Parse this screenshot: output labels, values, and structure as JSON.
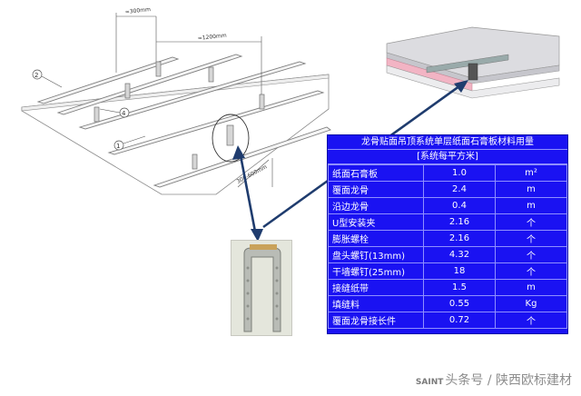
{
  "diagram": {
    "dimensions": {
      "top_spacing": "≈300mm",
      "main_spacing": "≈1200mm",
      "side_spacing": "300-600mm"
    },
    "callouts": [
      "2",
      "4",
      "1"
    ]
  },
  "materials_table": {
    "title": "龙骨贴面吊顶系统单层纸面石膏板材料用量",
    "subtitle": "[系统每平方米]",
    "rows": [
      {
        "name": "纸面石膏板",
        "qty": "1.0",
        "unit": "m²"
      },
      {
        "name": "覆面龙骨",
        "qty": "2.4",
        "unit": "m"
      },
      {
        "name": "沿边龙骨",
        "qty": "0.4",
        "unit": "m"
      },
      {
        "name": "U型安装夹",
        "qty": "2.16",
        "unit": "个"
      },
      {
        "name": "膨胀螺栓",
        "qty": "2.16",
        "unit": "个"
      },
      {
        "name": "盘头螺钉(13mm)",
        "qty": "4.32",
        "unit": "个"
      },
      {
        "name": "干墙螺钉(25mm)",
        "qty": "18",
        "unit": "个"
      },
      {
        "name": "接缝纸带",
        "qty": "1.5",
        "unit": "m"
      },
      {
        "name": "填缝料",
        "qty": "0.55",
        "unit": "Kg"
      },
      {
        "name": "覆面龙骨接长件",
        "qty": "0.72",
        "unit": "个"
      }
    ]
  },
  "watermark": {
    "brand": "SAINT",
    "text": "头条号 / 陕西欧标建材"
  },
  "colors": {
    "table_bg": "#1a12f2",
    "arrow": "#1f3c6e",
    "slab_top": "#dcdce0",
    "insulation": "#f2b4c4"
  }
}
